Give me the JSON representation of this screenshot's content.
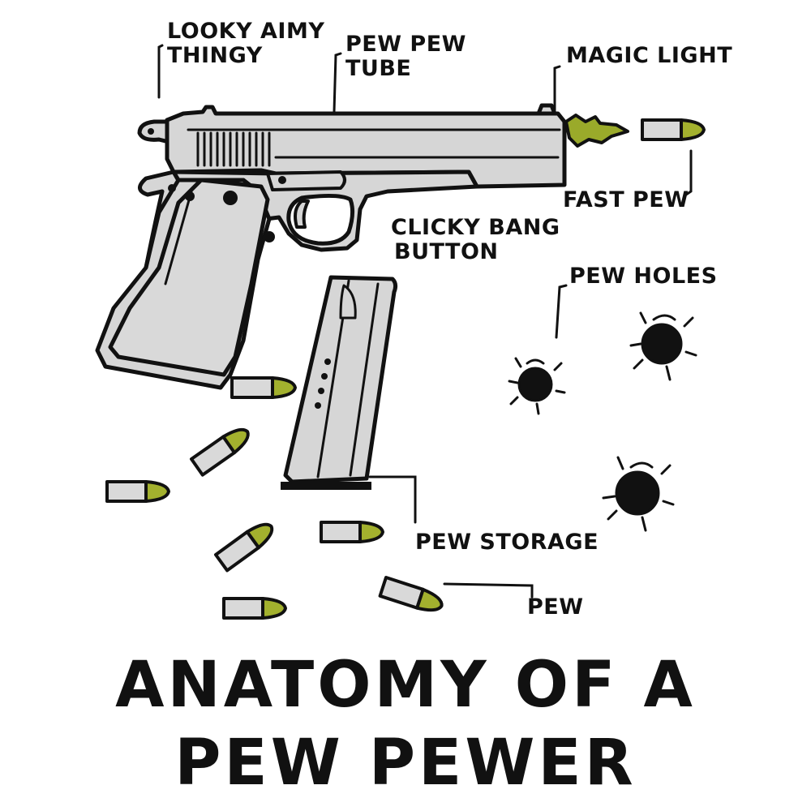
{
  "colors": {
    "outline": "#111111",
    "metal": "#d6d6d6",
    "metal_dark": "#bdbdbd",
    "bullet_tip": "#a3b12e",
    "casing": "#d9d9d9",
    "flash": "#9aaa2a",
    "background": "#ffffff"
  },
  "labels": {
    "sight": [
      "LOOKY AIMY",
      "THINGY"
    ],
    "barrel": [
      "PEW PEW",
      "TUBE"
    ],
    "flash": "MAGIC LIGHT",
    "bullet_fly": "FAST PEW",
    "trigger": [
      "CLICKY BANG",
      "BUTTON"
    ],
    "holes": "PEW HOLES",
    "magazine": "PEW STORAGE",
    "round": "PEW"
  },
  "title": [
    "ANATOMY OF A",
    "PEW PEWER"
  ]
}
